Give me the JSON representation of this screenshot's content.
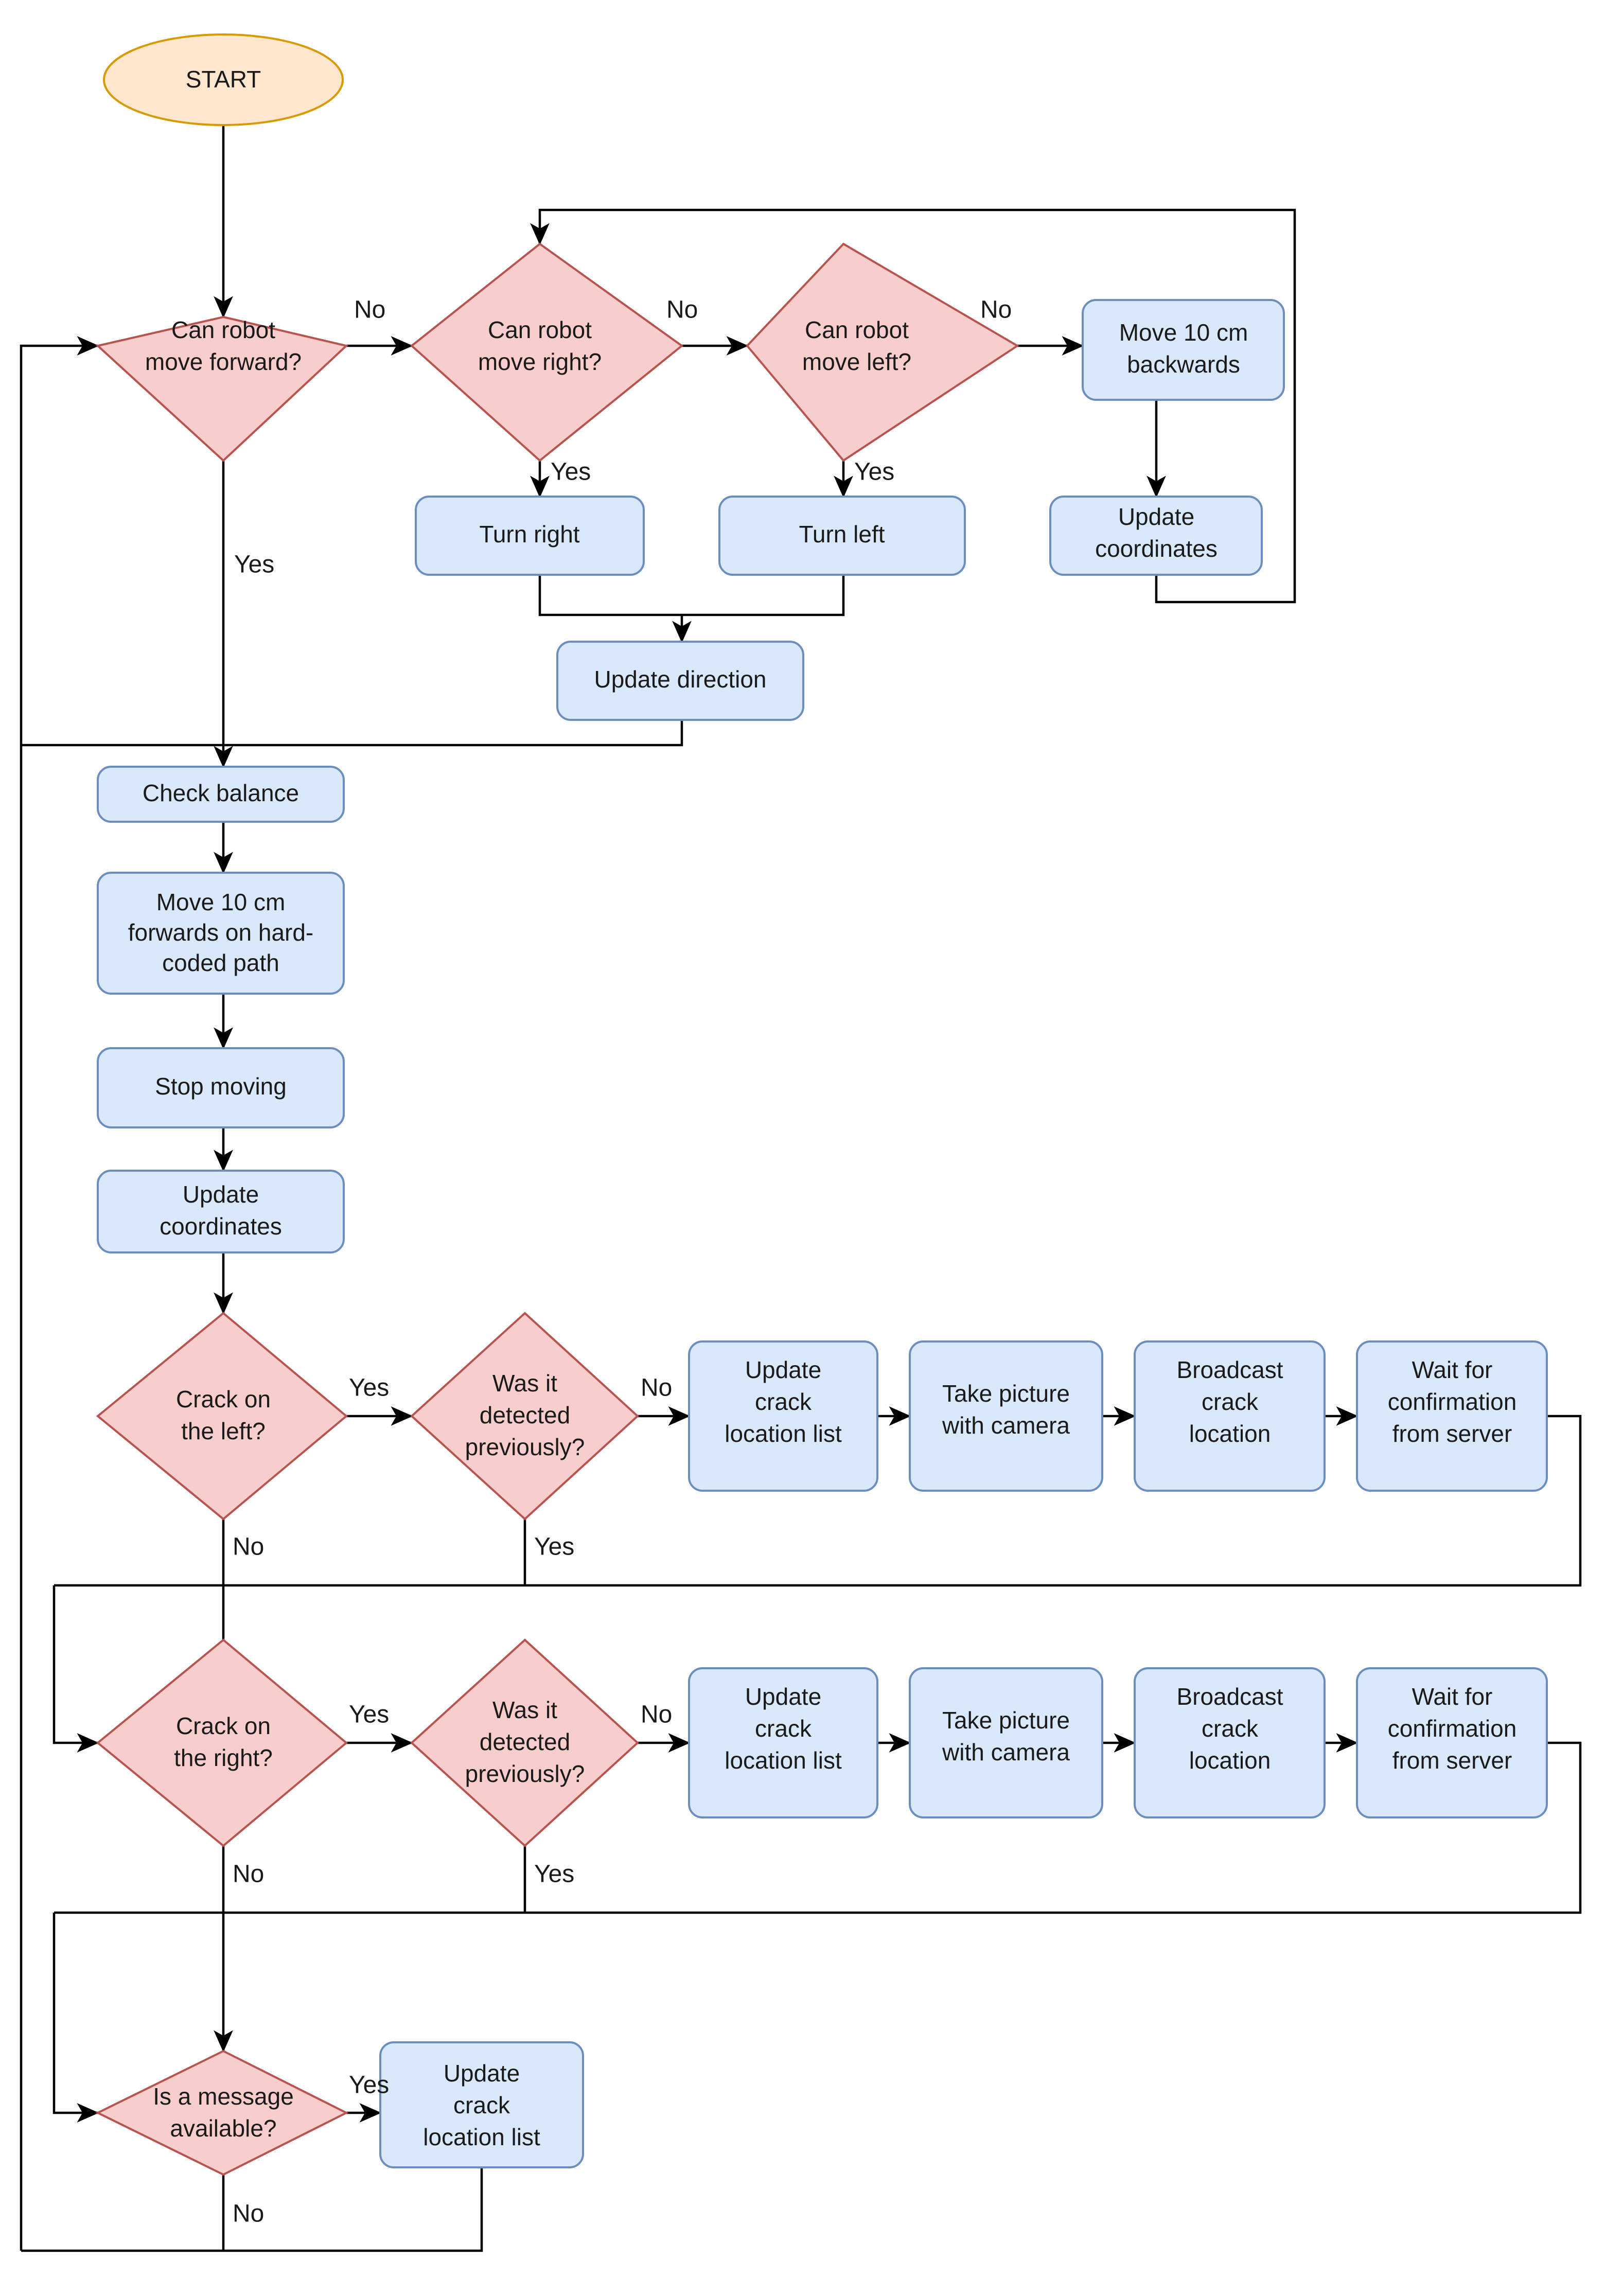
{
  "diagram": {
    "title": "Robot navigation and crack detection flowchart",
    "colors": {
      "decision_fill": "#f8cecc",
      "decision_stroke": "#b85450",
      "process_fill": "#dae8fc",
      "process_stroke": "#6c8ebf",
      "start_fill": "#ffe6cc",
      "start_stroke": "#d79b00",
      "edge": "#000000",
      "text": "#1a1a1a",
      "background": "#ffffff"
    },
    "nodes": {
      "start": {
        "label": "START",
        "type": "terminator"
      },
      "can_forward": {
        "label_line1": "Can robot",
        "label_line2": "move forward?",
        "type": "decision"
      },
      "can_right": {
        "label_line1": "Can robot",
        "label_line2": "move right?",
        "type": "decision"
      },
      "can_left": {
        "label_line1": "Can robot",
        "label_line2": "move left?",
        "type": "decision"
      },
      "move_backwards": {
        "label_line1": "Move 10 cm",
        "label_line2": "backwards",
        "type": "process"
      },
      "turn_right": {
        "label_line1": "Turn right",
        "type": "process"
      },
      "turn_left": {
        "label_line1": "Turn left",
        "type": "process"
      },
      "update_coords_top": {
        "label_line1": "Update",
        "label_line2": "coordinates",
        "type": "process"
      },
      "update_direction": {
        "label_line1": "Update direction",
        "type": "process"
      },
      "check_balance": {
        "label_line1": "Check balance",
        "type": "process"
      },
      "move_forwards": {
        "label_line1": "Move 10 cm",
        "label_line2": "forwards on hard-",
        "label_line3": "coded path",
        "type": "process"
      },
      "stop_moving": {
        "label_line1": "Stop moving",
        "type": "process"
      },
      "update_coords_main": {
        "label_line1": "Update",
        "label_line2": "coordinates",
        "type": "process"
      },
      "crack_left": {
        "label_line1": "Crack on",
        "label_line2": "the left?",
        "type": "decision"
      },
      "detected_prev_left": {
        "label_line1": "Was it",
        "label_line2": "detected",
        "label_line3": "previously?",
        "type": "decision"
      },
      "update_list_left": {
        "label_line1": "Update",
        "label_line2": "crack",
        "label_line3": "location list",
        "type": "process"
      },
      "take_pic_left": {
        "label_line1": "Take picture",
        "label_line2": "with camera",
        "type": "process"
      },
      "broadcast_left": {
        "label_line1": "Broadcast",
        "label_line2": "crack",
        "label_line3": "location",
        "type": "process"
      },
      "wait_conf_left": {
        "label_line1": "Wait for",
        "label_line2": "confirmation",
        "label_line3": "from server",
        "type": "process"
      },
      "crack_right": {
        "label_line1": "Crack on",
        "label_line2": "the right?",
        "type": "decision"
      },
      "detected_prev_right": {
        "label_line1": "Was it",
        "label_line2": "detected",
        "label_line3": "previously?",
        "type": "decision"
      },
      "update_list_right": {
        "label_line1": "Update",
        "label_line2": "crack",
        "label_line3": "location list",
        "type": "process"
      },
      "take_pic_right": {
        "label_line1": "Take picture",
        "label_line2": "with camera",
        "type": "process"
      },
      "broadcast_right": {
        "label_line1": "Broadcast",
        "label_line2": "crack",
        "label_line3": "location",
        "type": "process"
      },
      "wait_conf_right": {
        "label_line1": "Wait for",
        "label_line2": "confirmation",
        "label_line3": "from server",
        "type": "process"
      },
      "message_available": {
        "label_line1": "Is a message",
        "label_line2": "available?",
        "type": "decision"
      },
      "update_list_msg": {
        "label_line1": "Update",
        "label_line2": "crack",
        "label_line3": "location list",
        "type": "process"
      }
    },
    "edge_labels": {
      "forward_no": "No",
      "forward_yes": "Yes",
      "right_no": "No",
      "right_yes": "Yes",
      "left_no": "No",
      "left_yes": "Yes",
      "crack_left_yes": "Yes",
      "crack_left_no": "No",
      "detected_left_no": "No",
      "detected_left_yes": "Yes",
      "crack_right_yes": "Yes",
      "crack_right_no": "No",
      "detected_right_no": "No",
      "detected_right_yes": "Yes",
      "message_yes": "Yes",
      "message_no": "No"
    }
  }
}
